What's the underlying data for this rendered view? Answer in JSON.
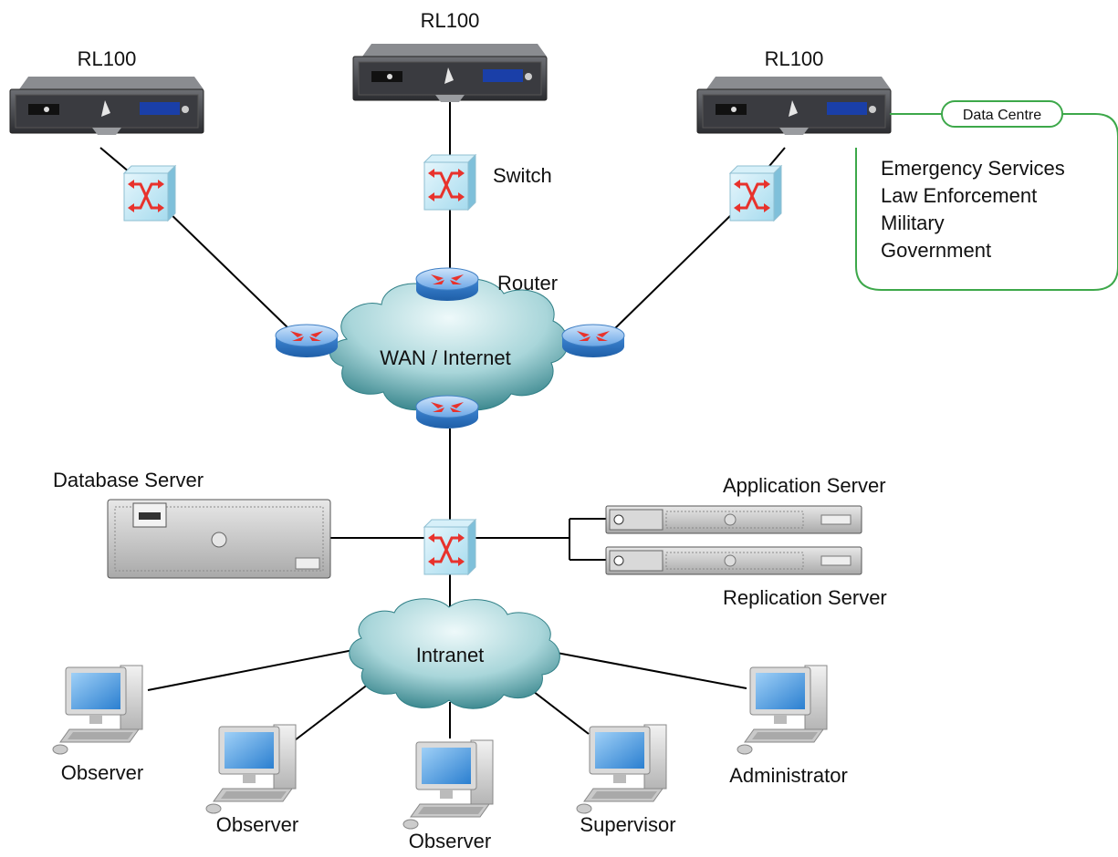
{
  "sites": [
    {
      "label": "RL100"
    },
    {
      "label": "RL100"
    },
    {
      "label": "RL100"
    }
  ],
  "labels": {
    "switch": "Switch",
    "router": "Router",
    "wan": "WAN / Internet",
    "intranet": "Intranet",
    "database_server": "Database Server",
    "application_server": "Application Server",
    "replication_server": "Replication Server"
  },
  "data_centre": {
    "tag": "Data Centre",
    "items": [
      "Emergency Services",
      "Law Enforcement",
      "Military",
      "Government"
    ]
  },
  "clients": [
    {
      "label": "Observer"
    },
    {
      "label": "Observer"
    },
    {
      "label": "Observer"
    },
    {
      "label": "Supervisor"
    },
    {
      "label": "Administrator"
    }
  ],
  "colors": {
    "cloud": "#2f7f86",
    "cloud_light": "#d6eef0",
    "router": "#4a8fd6",
    "switch": "#bfe7f5",
    "switch_arrows": "#e8322c",
    "data_centre_border": "#3da84a",
    "monitor_screen": "#3d8fd6"
  }
}
